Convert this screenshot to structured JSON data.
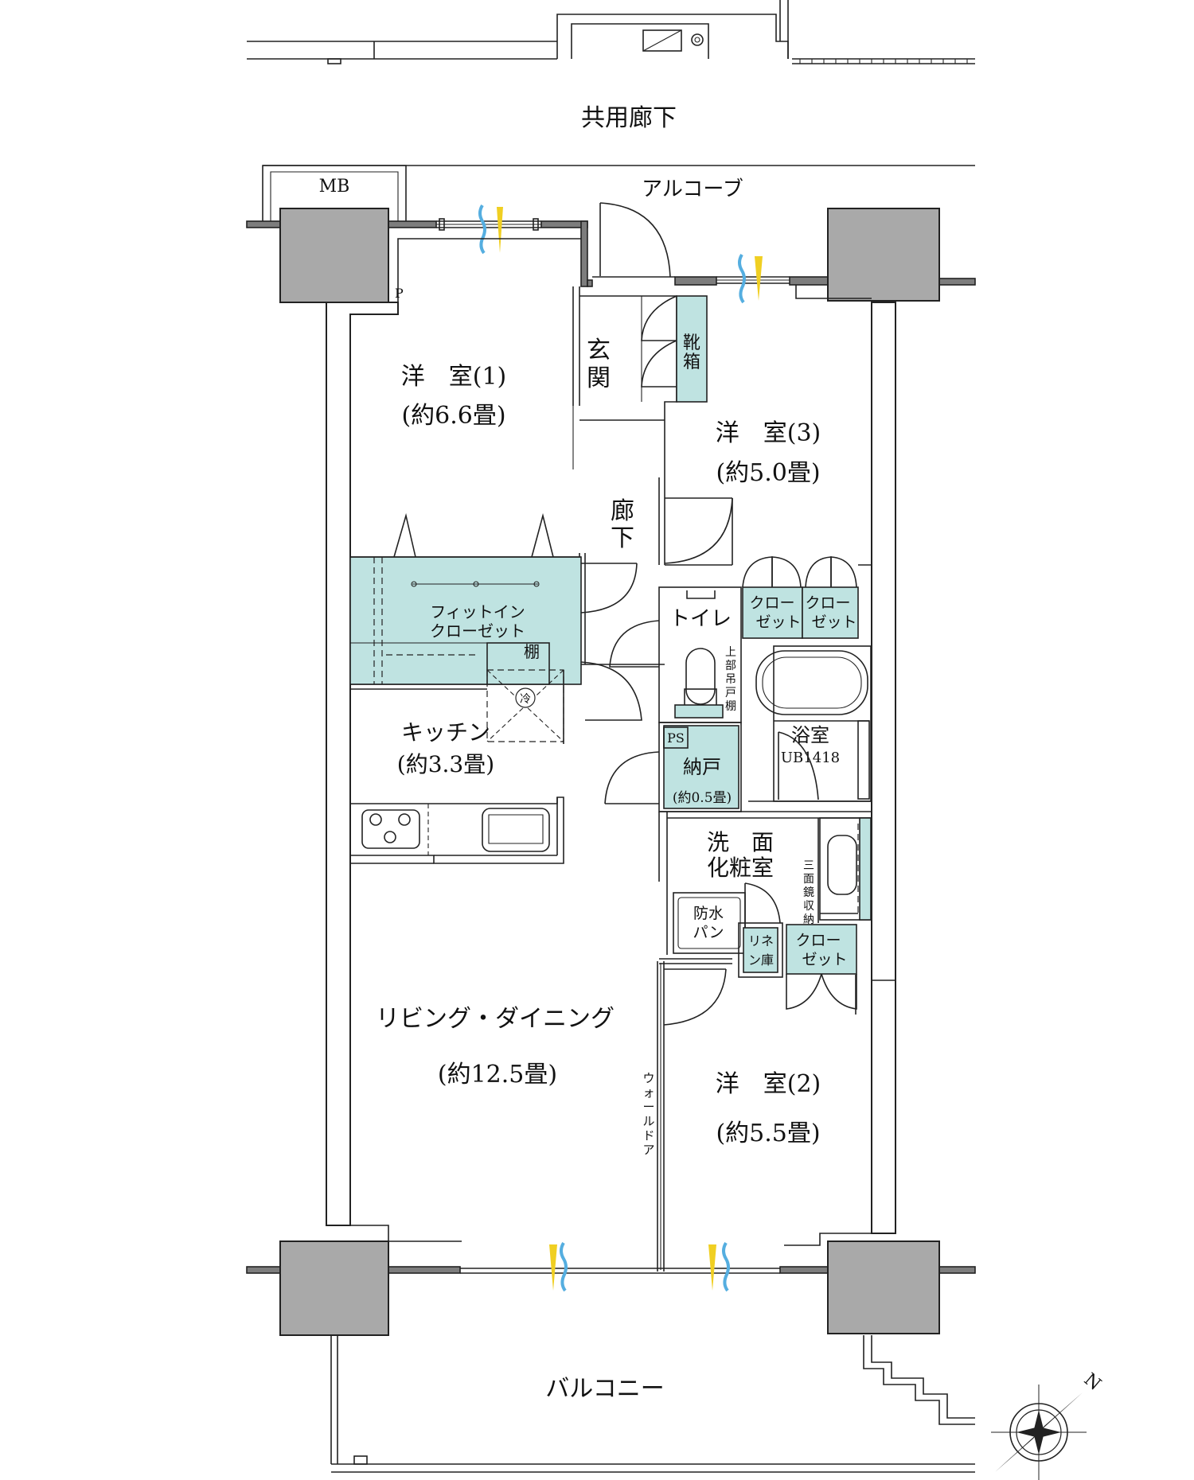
{
  "labels": {
    "common_corridor": "共用廊下",
    "mb": "MB",
    "alcove": "アルコーブ",
    "p": "P",
    "western_room_1": "洋　室(1)",
    "western_room_1_area": "(約6.6畳)",
    "entrance_line1": "玄",
    "entrance_line2": "関",
    "shoe_box_line1": "靴",
    "shoe_box_line2": "箱",
    "western_room_3": "洋　室(3)",
    "western_room_3_area": "(約5.0畳)",
    "hallway_line1": "廊",
    "hallway_line2": "下",
    "fitin_closet_line1": "フィットイン",
    "fitin_closet_line2": "クローゼット",
    "shelf": "棚",
    "closet_a_line1": "クロー",
    "closet_a_line2": "ゼット",
    "closet_b_line1": "クロー",
    "closet_b_line2": "ゼット",
    "toilet": "トイレ",
    "upper_cabinet_chars": [
      "上",
      "部",
      "吊",
      "戸",
      "棚"
    ],
    "refrigerator": "冷",
    "bathroom": "浴室",
    "unit_bath": "UB1418",
    "ps": "PS",
    "storage": "納戸",
    "storage_area": "(約0.5畳)",
    "kitchen": "キッチン",
    "kitchen_area": "(約3.3畳)",
    "washroom_line1": "洗　面",
    "washroom_line2": "化粧室",
    "mirror_storage_chars": [
      "三",
      "面",
      "鏡",
      "収",
      "納"
    ],
    "waterproof_pan_line1": "防水",
    "waterproof_pan_line2": "パン",
    "linen_line1": "リネ",
    "linen_line2": "ン庫",
    "closet_c_line1": "クロー",
    "closet_c_line2": "ゼット",
    "living_dining": "リビング・ダイニング",
    "living_dining_area": "(約12.5畳)",
    "wall_door_chars": [
      "ウ",
      "ォ",
      "ー",
      "ル",
      "ド",
      "ア"
    ],
    "western_room_2": "洋　室(2)",
    "western_room_2_area": "(約5.5畳)",
    "balcony": "バルコニー",
    "north": "N"
  },
  "colors": {
    "storage_fill": "#bfe3e1",
    "column_fill": "#a9a9a9",
    "vent_blue": "#55aee0",
    "vent_yellow": "#f0cf22",
    "wall_line": "#222222"
  }
}
